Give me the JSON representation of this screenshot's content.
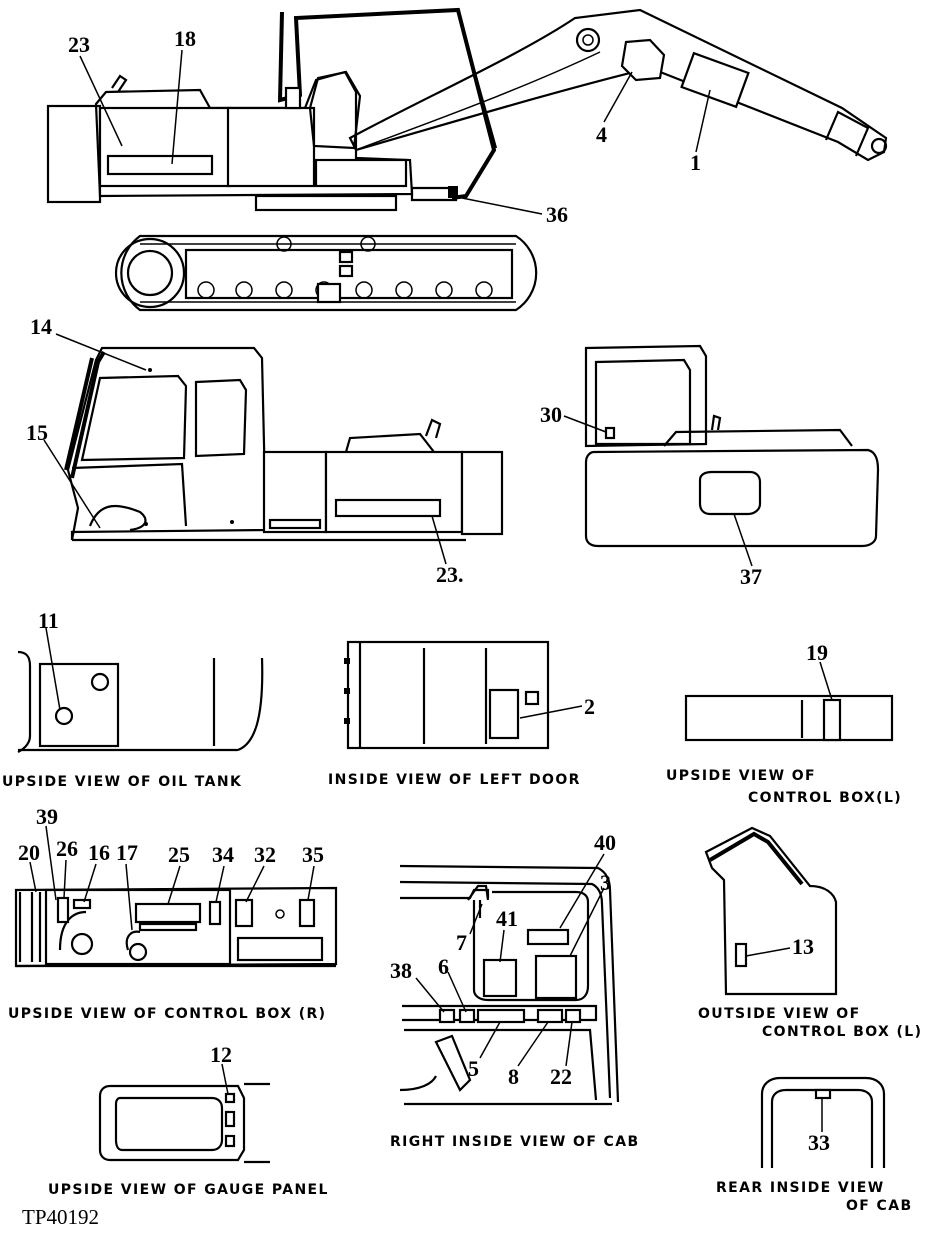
{
  "figure": {
    "reference_code": "TP40192",
    "views": [
      {
        "caption": "UPSIDE VIEW OF OIL TANK"
      },
      {
        "caption": "INSIDE VIEW OF LEFT DOOR"
      },
      {
        "caption": "UPSIDE VIEW OF",
        "caption2": "CONTROL BOX(L)"
      },
      {
        "caption": "UPSIDE VIEW OF CONTROL BOX (R)"
      },
      {
        "caption": "RIGHT INSIDE VIEW OF CAB"
      },
      {
        "caption": "OUTSIDE VIEW OF",
        "caption2": "CONTROL BOX (L)"
      },
      {
        "caption": "UPSIDE VIEW OF GAUGE PANEL"
      },
      {
        "caption": "REAR INSIDE VIEW",
        "caption2": "OF CAB"
      }
    ],
    "callouts": {
      "c23a": "23",
      "c18": "18",
      "c4": "4",
      "c1": "1",
      "c36": "36",
      "c14": "14",
      "c15": "15",
      "c23b": "23.",
      "c30": "30",
      "c37": "37",
      "c11": "11",
      "c2": "2",
      "c19": "19",
      "c39": "39",
      "c20": "20",
      "c26": "26",
      "c16": "16",
      "c17": "17",
      "c25": "25",
      "c34": "34",
      "c32": "32",
      "c35": "35",
      "c40": "40",
      "c3": "3",
      "c41": "41",
      "c7": "7",
      "c38": "38",
      "c6": "6",
      "c5": "5",
      "c8": "8",
      "c22": "22",
      "c13": "13",
      "c12": "12",
      "c33": "33"
    }
  }
}
